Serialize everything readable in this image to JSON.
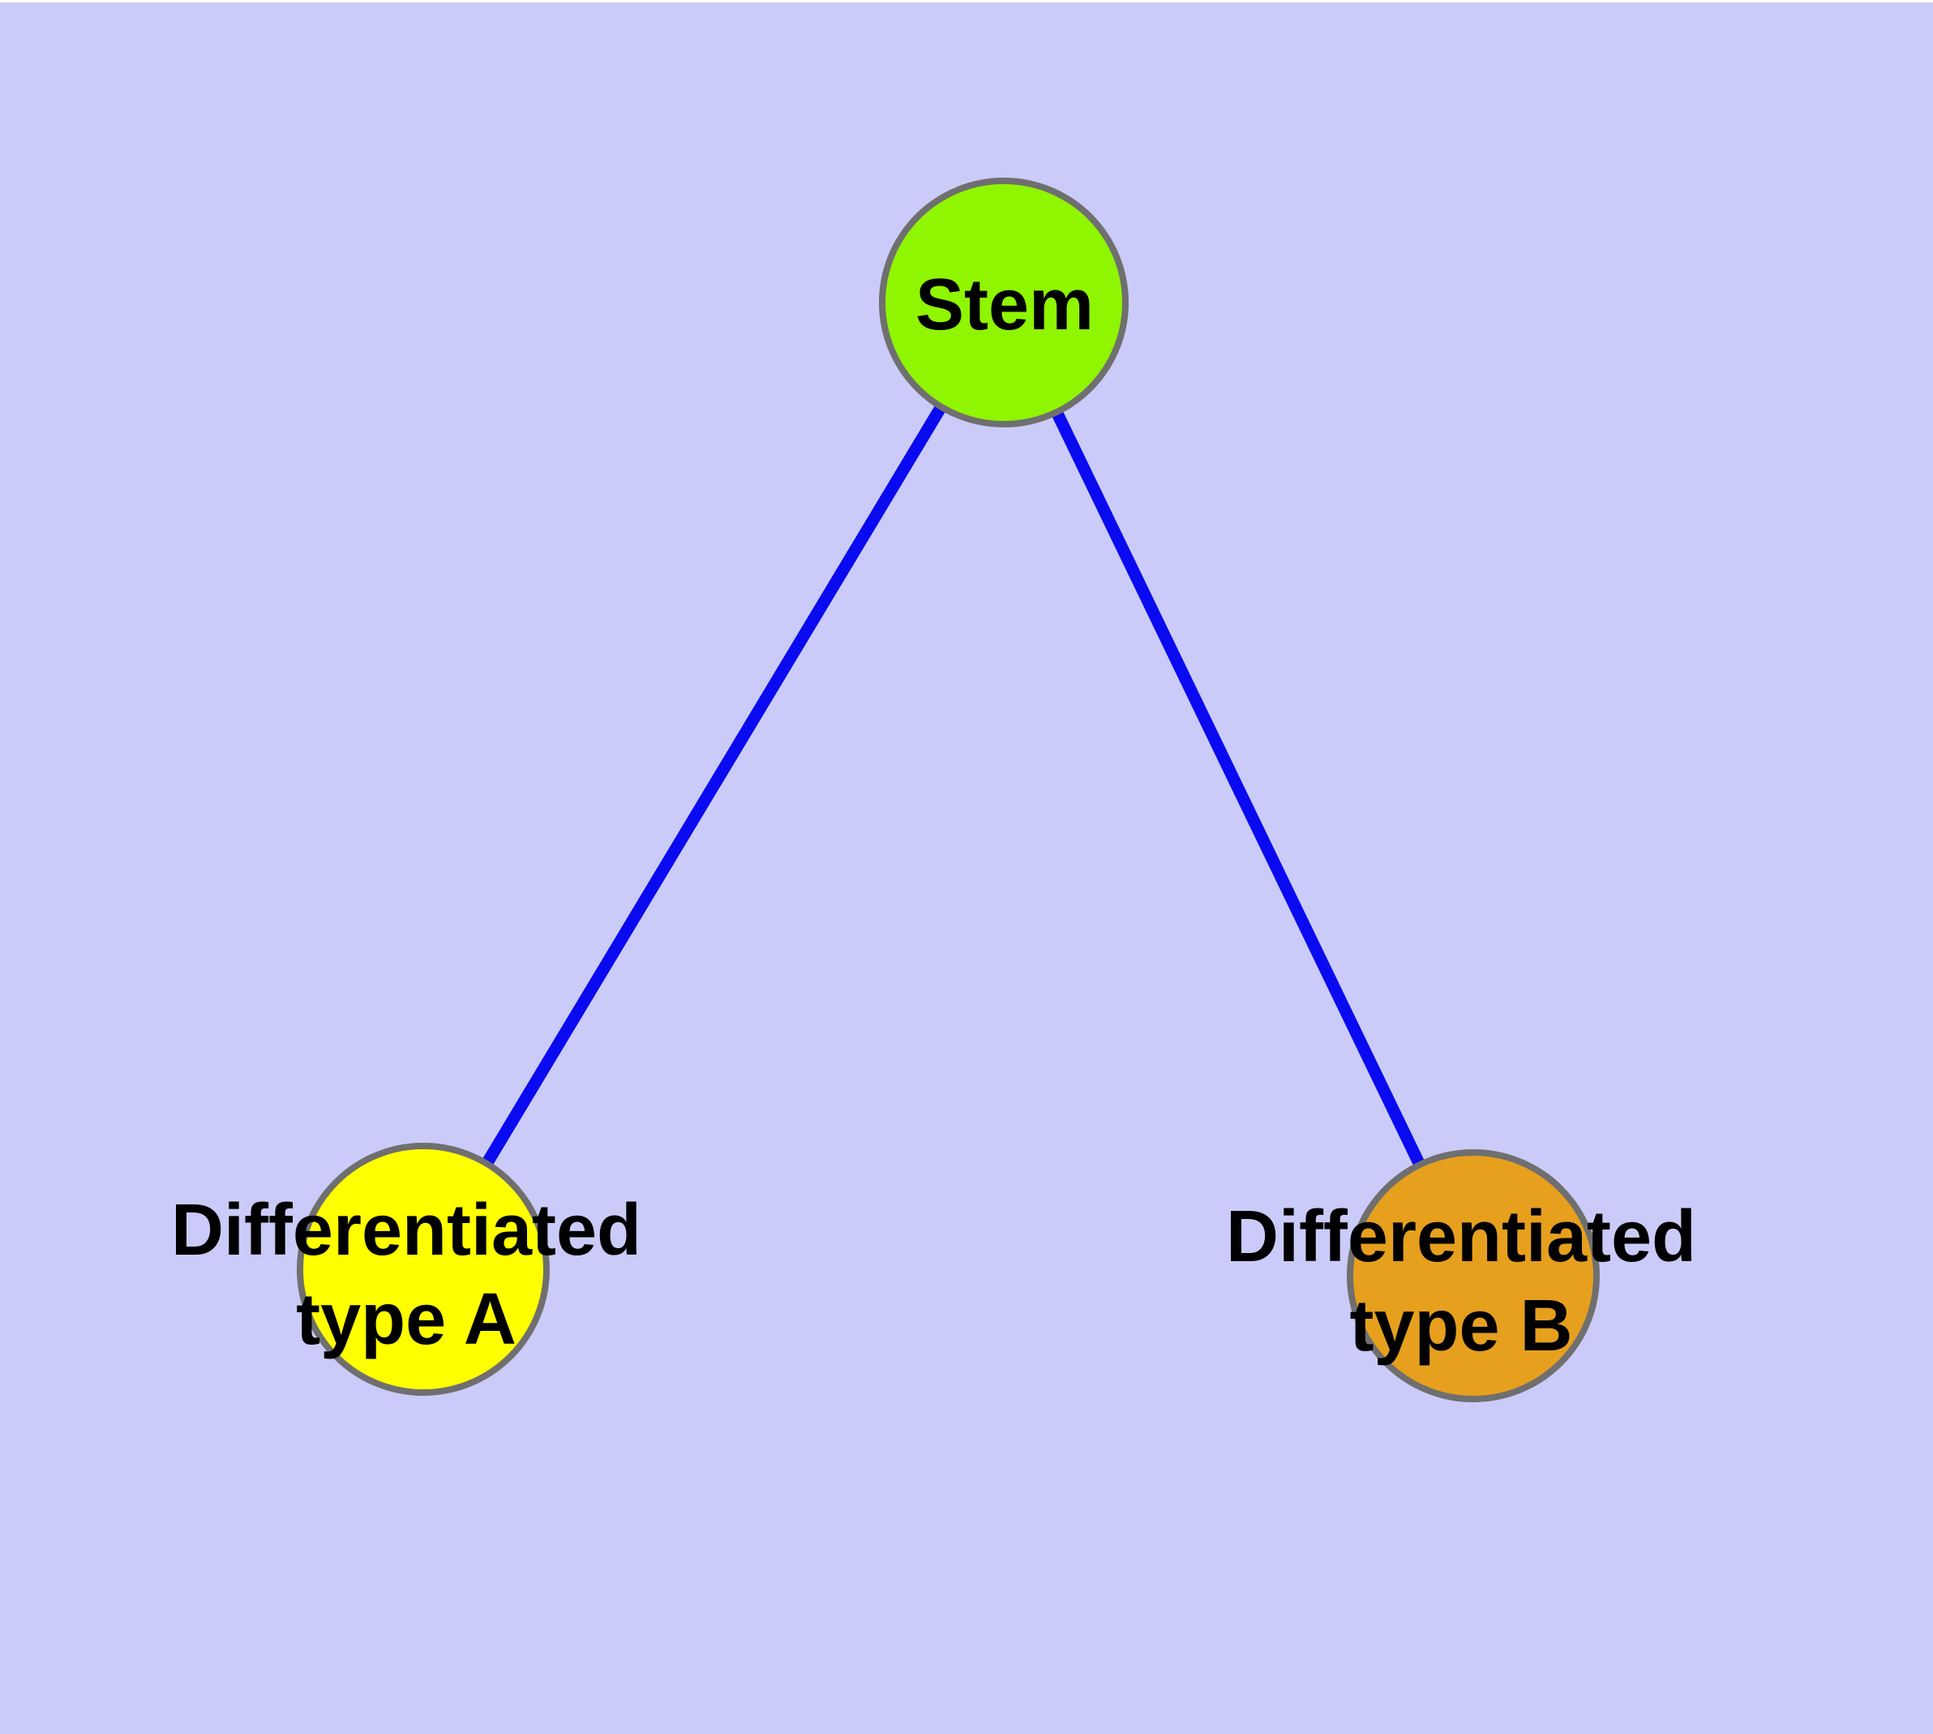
{
  "diagram": {
    "background_color": "#CBCBF9",
    "top_margin_color": "#FFFFFF",
    "edge_color": "#0A0AF0",
    "node_outline_color": "#6F6F6F",
    "label_color": "#000000",
    "nodes": [
      {
        "id": "stem",
        "label": "Stem",
        "lines": {
          "0": "Stem"
        },
        "fill": "#8FF500"
      },
      {
        "id": "differentiated-type-a",
        "label": "Differentiated type A",
        "lines": {
          "0": "Differentiated",
          "1": "type A"
        },
        "fill": "#FFFF00"
      },
      {
        "id": "differentiated-type-b",
        "label": "Differentiated type B",
        "lines": {
          "0": "Differentiated",
          "1": "type B"
        },
        "fill": "#E6A01E"
      }
    ],
    "edges": [
      {
        "from": "Stem",
        "to": "Differentiated type A"
      },
      {
        "from": "Stem",
        "to": "Differentiated type B"
      }
    ]
  }
}
